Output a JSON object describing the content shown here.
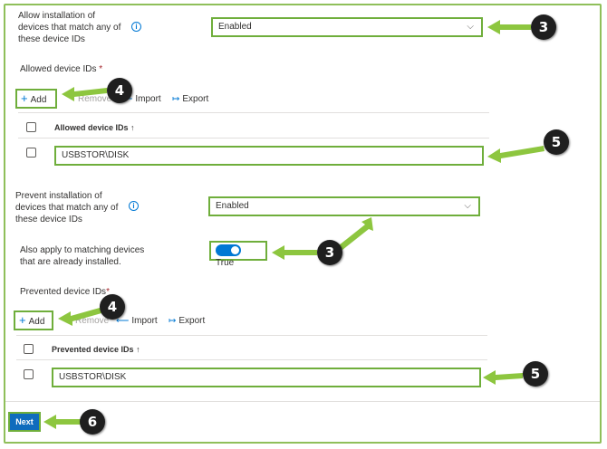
{
  "allow": {
    "label": "Allow installation of devices that match any of these device IDs",
    "info_icon": "info-icon",
    "select_value": "Enabled"
  },
  "allowed_ids": {
    "section_title": "Allowed device IDs",
    "required_mark": "*",
    "cmd_add": "Add",
    "cmd_remove": "Remove",
    "cmd_import": "Import",
    "cmd_export": "Export",
    "column_header": "Allowed device IDs",
    "sort_icon": "↑",
    "rows": [
      "USBSTOR\\DISK"
    ]
  },
  "prevent": {
    "label": "Prevent installation of devices that match any of these device IDs",
    "info_icon": "info-icon",
    "select_value": "Enabled"
  },
  "also_apply": {
    "label": "Also apply to matching devices that are already installed.",
    "toggle_value": "True"
  },
  "prevented_ids": {
    "section_title": "Prevented device IDs",
    "required_mark": "*",
    "cmd_add": "Add",
    "cmd_remove": "Remove",
    "cmd_import": "Import",
    "cmd_export": "Export",
    "column_header": "Prevented device IDs",
    "sort_icon": "↑",
    "rows": [
      "USBSTOR\\DISK"
    ]
  },
  "footer": {
    "next_label": "Next"
  },
  "callouts": [
    "3",
    "4",
    "5",
    "3",
    "4",
    "5",
    "6"
  ],
  "colors": {
    "accent": "#0078d4",
    "highlight": "#6fae3b",
    "arrow": "#8dc63f",
    "badge": "#1f1f1f"
  }
}
